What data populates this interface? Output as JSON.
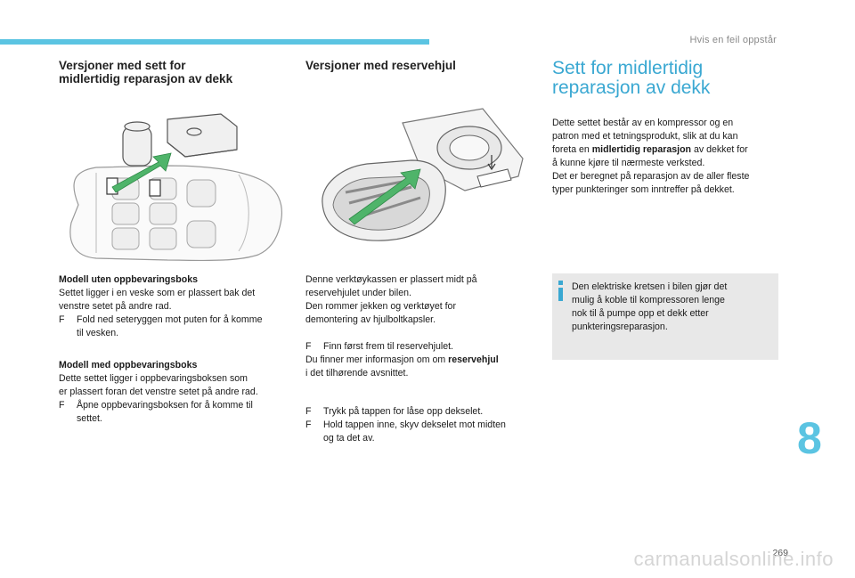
{
  "header": {
    "running_head": "Hvis en feil oppstår"
  },
  "col1": {
    "heading_line1": "Versjoner med sett for",
    "heading_line2": "midlertidig reparasjon av dekk",
    "s1_title": "Modell uten oppbevaringsboks",
    "s1_line1": "Settet ligger i en veske som er plassert bak det",
    "s1_line2": "venstre setet på andre rad.",
    "s1_bullet_line1": "Fold ned seteryggen mot puten for å komme",
    "s1_bullet_line2": "til vesken.",
    "s2_title": "Modell med oppbevaringsboks",
    "s2_line1": "Dette settet ligger i oppbevaringsboksen som",
    "s2_line2": "er plassert foran det venstre setet på andre rad.",
    "s2_bullet_line1": "Åpne oppbevaringsboksen for å komme til",
    "s2_bullet_line2": "settet."
  },
  "col2": {
    "heading": "Versjoner med reservehjul",
    "p1_line1": "Denne verktøykassen er plassert midt på",
    "p1_line2": "reservehjulet under bilen.",
    "p1_line3": "Den rommer jekken og verktøyet for",
    "p1_line4": "demontering av hjulboltkapsler.",
    "bullet1": "Finn først frem til reservehjulet.",
    "p2_line1_pre": "Du finner mer informasjon om om ",
    "p2_line1_bold": "reservehjul",
    "p2_line2": "i det tilhørende avsnittet.",
    "bullet2": "Trykk på tappen for låse opp dekselet.",
    "bullet3_line1": "Hold tappen inne, skyv dekselet mot midten",
    "bullet3_line2": "og ta det av."
  },
  "col3": {
    "title_line1": "Sett for midlertidig",
    "title_line2": "reparasjon av dekk",
    "p1_line1": "Dette settet består av en kompressor og en",
    "p1_line2": "patron med et tetningsprodukt, slik at du kan",
    "p1_line3_pre": "foreta en ",
    "p1_line3_bold": "midlertidig reparasjon",
    "p1_line3_post": " av dekket for",
    "p1_line4": "å kunne kjøre til nærmeste verksted.",
    "p2_line1": "Det er beregnet på reparasjon av de aller fleste",
    "p2_line2": "typer punkteringer som inntreffer på dekket."
  },
  "info": {
    "line1": "Den elektriske kretsen i bilen gjør det",
    "line2": "mulig å koble til kompressoren lenge",
    "line3": "nok til å pumpe opp et dekk etter",
    "line4": "punkteringsreparasjon."
  },
  "bullet_symbol": "F",
  "chapter_number": "8",
  "page_number": "269",
  "watermark": "carmanualsonline.info",
  "colors": {
    "accent": "#5bc4e2",
    "title_blue": "#3aa8d2",
    "info_bg": "#e8e8e8"
  },
  "icons": [
    "info-icon",
    "car-topview-illustration",
    "spare-wheel-toolbox-illustration"
  ]
}
